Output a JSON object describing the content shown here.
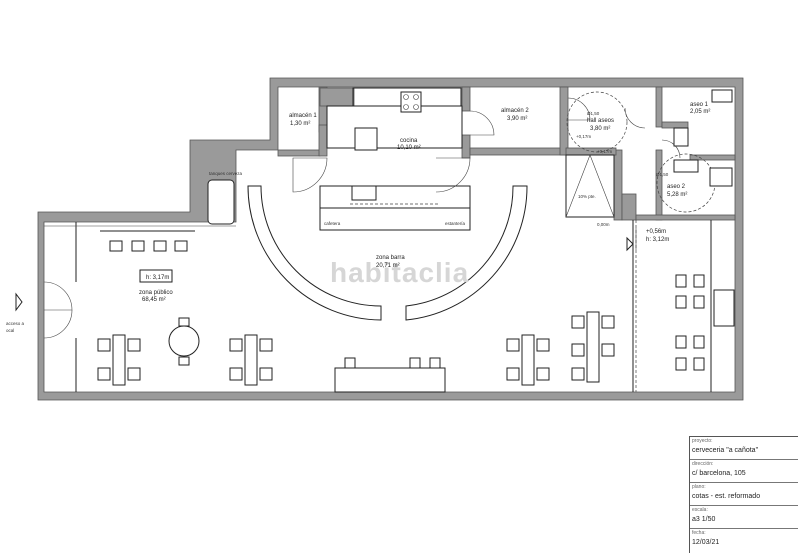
{
  "watermark": "habitaclia",
  "rooms": {
    "almacen1": {
      "name": "almacén 1",
      "area": "1,30 m²"
    },
    "cocina": {
      "name": "cocina",
      "area": "10,10 m²"
    },
    "almacen2": {
      "name": "almacén 2",
      "area": "3,90 m²"
    },
    "hall": {
      "name": "hall aseos",
      "area": "3,80 m²"
    },
    "aseo1": {
      "name": "aseo 1",
      "area": "2,05 m²"
    },
    "aseo2": {
      "name": "aseo 2",
      "area": "5,28 m²"
    },
    "barra": {
      "name": "zona barra",
      "area": "20,71 m²"
    },
    "publico": {
      "name": "zona público",
      "area": "68,45 m²",
      "height": "h: 3,17m"
    },
    "rampa": {
      "level": "+0,56m",
      "height": "h: 3,12m"
    }
  },
  "annotations": {
    "tanques": "tanques cerveza",
    "cafetera": "cafetera",
    "estanteria": "estantería",
    "pendiente": "10% pte.",
    "nivel_017_a": "+0,17m",
    "nivel_017_b": "+0,17m",
    "nivel_000": "0,00m",
    "diametro_hall": "Ø1,50",
    "diametro_aseo": "Ø1,50",
    "acceso_1": "acceso a",
    "acceso_2": "ocal"
  },
  "legend": {
    "proyecto": {
      "label": "proyecto:",
      "value": "cerveceria \"a cañota\""
    },
    "direccion": {
      "label": "dirección:",
      "value": "c/ barcelona, 105"
    },
    "plano": {
      "label": "plano:",
      "value": "cotas - est. reformado"
    },
    "escala": {
      "label": "escala:",
      "value": "a3 1/50"
    },
    "fecha": {
      "label": "fecha:",
      "value": "12/03/21"
    }
  }
}
